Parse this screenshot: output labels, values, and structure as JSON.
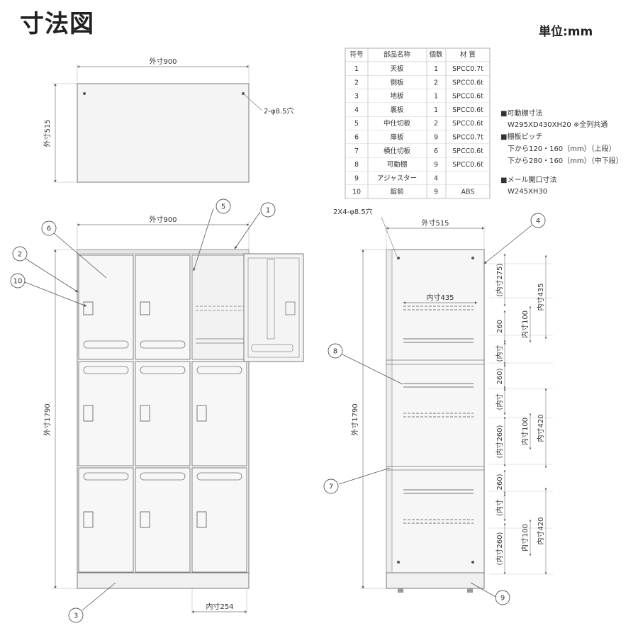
{
  "title": "寸法図",
  "unit": "単位:mm",
  "top_view": {
    "width_label": "外寸900",
    "depth_label": "外寸515",
    "hole_label": "2-φ8.5穴"
  },
  "front_view": {
    "width_label": "外寸900",
    "height_label": "外寸1790",
    "inner_width_label": "内寸254"
  },
  "side_view": {
    "hole_label": "2X4-φ8.5穴",
    "depth_label": "外寸515",
    "height_label": "外寸1790",
    "inner_depth_label": "内寸435",
    "dims_a": [
      "(内寸275)",
      "260",
      "(内寸",
      "260)",
      "(内寸",
      "(内寸260)",
      "260)",
      "(内寸",
      "(内寸260)"
    ],
    "dims_b": [
      "内寸100",
      "内寸100",
      "内寸100"
    ],
    "dims_c": [
      "内寸435",
      "内寸420",
      "内寸420"
    ]
  },
  "parts_table": {
    "headers": [
      "符号",
      "部品名称",
      "個数",
      "材 質"
    ],
    "rows": [
      [
        "1",
        "天板",
        "1",
        "SPCC0.7t"
      ],
      [
        "2",
        "側板",
        "2",
        "SPCC0.6t"
      ],
      [
        "3",
        "地板",
        "1",
        "SPCC0.6t"
      ],
      [
        "4",
        "裏板",
        "1",
        "SPCC0.6t"
      ],
      [
        "5",
        "中仕切板",
        "2",
        "SPCC0.6t"
      ],
      [
        "6",
        "扉板",
        "9",
        "SPCC0.7t"
      ],
      [
        "7",
        "横仕切板",
        "6",
        "SPCC0.6t"
      ],
      [
        "8",
        "可動棚",
        "9",
        "SPCC0.6t"
      ],
      [
        "9",
        "アジャスター",
        "4",
        ""
      ],
      [
        "10",
        "錠前",
        "9",
        "ABS"
      ]
    ]
  },
  "notes": [
    "■可動棚寸法",
    "W295XD430XH20 ※全列共通",
    "■棚板ピッチ",
    "下から120・160（mm）（上段）",
    "下から280・160（mm）（中下段）",
    "■メール開口寸法",
    "W245XH30"
  ],
  "callouts": [
    "1",
    "2",
    "3",
    "4",
    "5",
    "6",
    "7",
    "8",
    "9",
    "10"
  ]
}
